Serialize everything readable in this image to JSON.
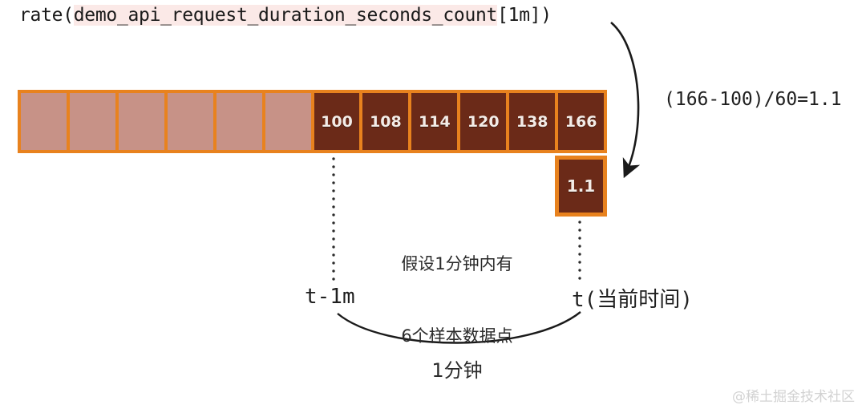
{
  "query": {
    "prefix": "rate(",
    "metric": "demo_api_request_duration_seconds_count",
    "suffix": "[1m])"
  },
  "bar": {
    "cells": [
      {
        "value": "",
        "state": "light"
      },
      {
        "value": "",
        "state": "light"
      },
      {
        "value": "",
        "state": "light"
      },
      {
        "value": "",
        "state": "light"
      },
      {
        "value": "",
        "state": "light"
      },
      {
        "value": "",
        "state": "light"
      },
      {
        "value": "100",
        "state": "dark"
      },
      {
        "value": "108",
        "state": "dark"
      },
      {
        "value": "114",
        "state": "dark"
      },
      {
        "value": "120",
        "state": "dark"
      },
      {
        "value": "138",
        "state": "dark"
      },
      {
        "value": "166",
        "state": "dark"
      }
    ]
  },
  "result": {
    "value": "1.1"
  },
  "annotations": {
    "formula": "(166-100)/60=1.1",
    "assumption_line1": "假设1分钟内有",
    "assumption_line2": "6个样本数据点",
    "axis_start": "t-1m",
    "axis_end": "t(当前时间)",
    "span": "1分钟"
  },
  "watermark": "@稀土掘金技术社区",
  "colors": {
    "border_orange": "#e8821e",
    "cell_dark": "#6b2a18",
    "cell_light": "#c79287",
    "highlight": "#fbe9e7",
    "ink": "#1f1f1f",
    "watermark": "#d2d2d2"
  }
}
